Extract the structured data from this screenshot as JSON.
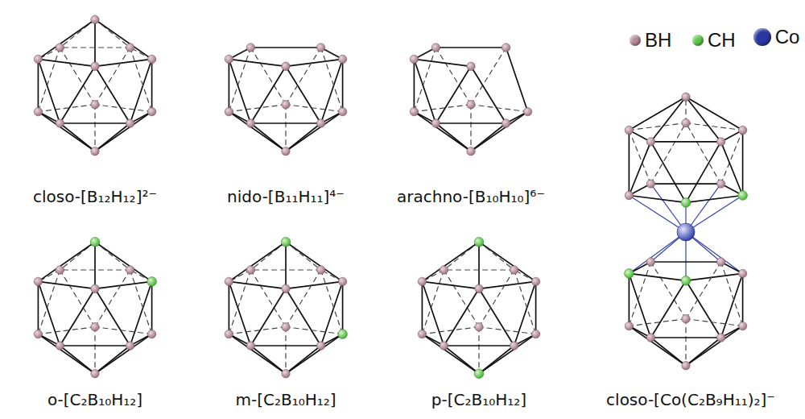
{
  "diagram": {
    "labels": [
      "closo-[B₁₂H₁₂]²⁻",
      "nido-[B₁₁H₁₁]⁴⁻",
      "arachno-[B₁₀H₁₀]⁶⁻",
      "o-[C₂B₁₀H₁₂]",
      "m-[C₂B₁₀H₁₂]",
      "p-[C₂B₁₀H₁₂]",
      "closo-[Co(C₂B₉H₁₁)₂]⁻"
    ],
    "legend": [
      {
        "text": "BH",
        "color": "#b48a98"
      },
      {
        "text": "CH",
        "color": "#5ec84a"
      },
      {
        "text": "Co",
        "color": "#2a37a0"
      }
    ]
  }
}
